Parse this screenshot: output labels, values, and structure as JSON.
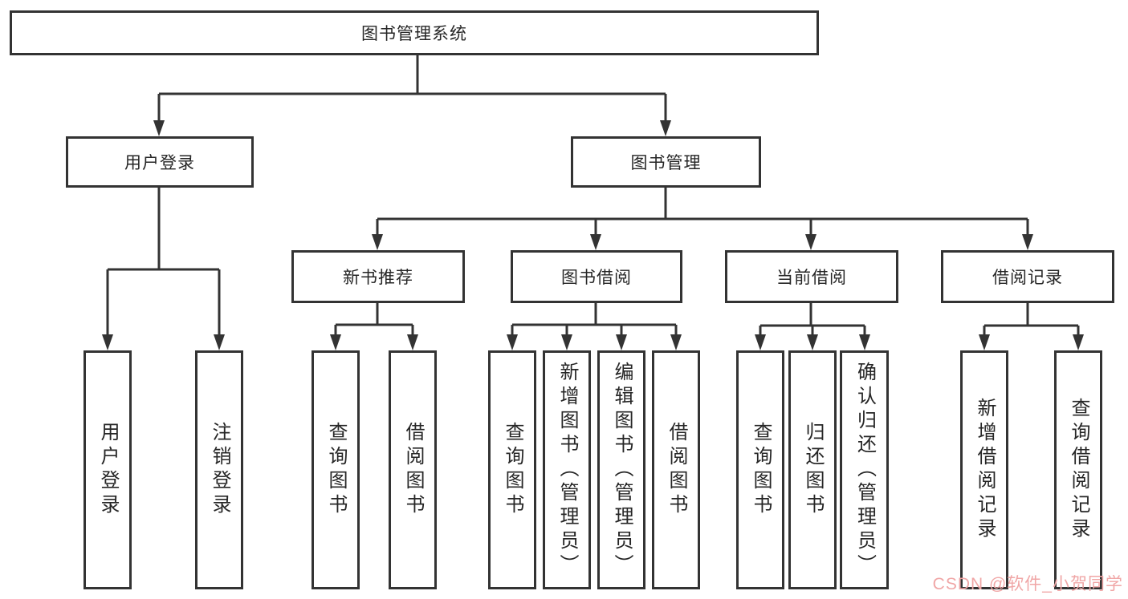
{
  "tree": {
    "root": "图书管理系统",
    "branches": [
      {
        "label": "用户登录",
        "children": [
          "用户登录",
          "注销登录"
        ]
      },
      {
        "label": "图书管理",
        "sections": [
          {
            "label": "新书推荐",
            "children": [
              "查询图书",
              "借阅图书"
            ]
          },
          {
            "label": "图书借阅",
            "children": [
              "查询图书",
              "新增图书（管理员）",
              "编辑图书（管理员）",
              "借阅图书"
            ]
          },
          {
            "label": "当前借阅",
            "children": [
              "查询图书",
              "归还图书",
              "确认归还（管理员）"
            ]
          },
          {
            "label": "借阅记录",
            "children": [
              "新增借阅记录",
              "查询借阅记录"
            ]
          }
        ]
      }
    ]
  },
  "watermark": {
    "text": "CSDN @软件_小贺同学",
    "color": "#f0a6a6"
  },
  "colors": {
    "line": "#333333",
    "box_border": "#333333",
    "text": "#262626",
    "background": "#ffffff"
  }
}
